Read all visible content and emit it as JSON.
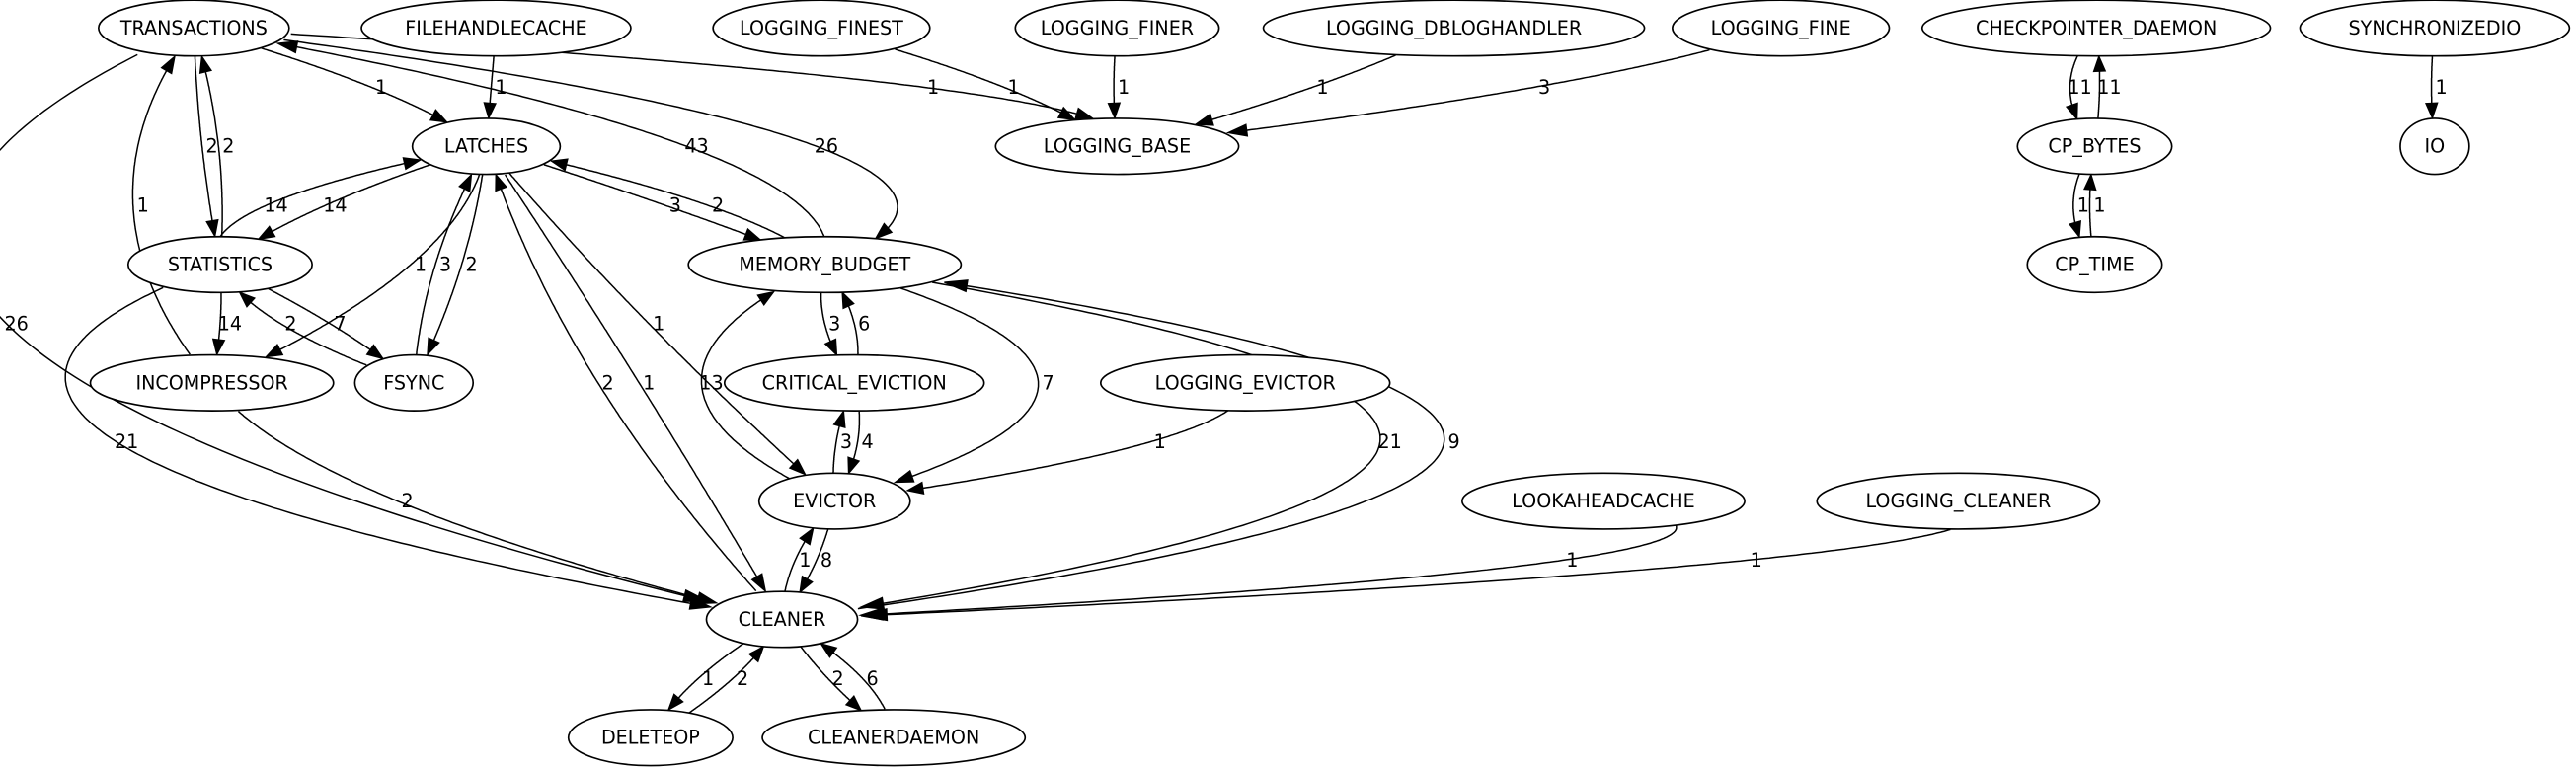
{
  "nodes": [
    {
      "id": "TRANSACTIONS",
      "label": "TRANSACTIONS"
    },
    {
      "id": "FILEHANDLECACHE",
      "label": "FILEHANDLECACHE"
    },
    {
      "id": "LOGGING_FINEST",
      "label": "LOGGING_FINEST"
    },
    {
      "id": "LOGGING_FINER",
      "label": "LOGGING_FINER"
    },
    {
      "id": "LOGGING_DBLOGHANDLER",
      "label": "LOGGING_DBLOGHANDLER"
    },
    {
      "id": "LOGGING_FINE",
      "label": "LOGGING_FINE"
    },
    {
      "id": "CHECKPOINTER_DAEMON",
      "label": "CHECKPOINTER_DAEMON"
    },
    {
      "id": "SYNCHRONIZEDIO",
      "label": "SYNCHRONIZEDIO"
    },
    {
      "id": "LATCHES",
      "label": "LATCHES"
    },
    {
      "id": "LOGGING_BASE",
      "label": "LOGGING_BASE"
    },
    {
      "id": "CP_BYTES",
      "label": "CP_BYTES"
    },
    {
      "id": "IO",
      "label": "IO"
    },
    {
      "id": "STATISTICS",
      "label": "STATISTICS"
    },
    {
      "id": "MEMORY_BUDGET",
      "label": "MEMORY_BUDGET"
    },
    {
      "id": "CP_TIME",
      "label": "CP_TIME"
    },
    {
      "id": "INCOMPRESSOR",
      "label": "INCOMPRESSOR"
    },
    {
      "id": "FSYNC",
      "label": "FSYNC"
    },
    {
      "id": "CRITICAL_EVICTION",
      "label": "CRITICAL_EVICTION"
    },
    {
      "id": "LOGGING_EVICTOR",
      "label": "LOGGING_EVICTOR"
    },
    {
      "id": "EVICTOR",
      "label": "EVICTOR"
    },
    {
      "id": "LOOKAHEADCACHE",
      "label": "LOOKAHEADCACHE"
    },
    {
      "id": "LOGGING_CLEANER",
      "label": "LOGGING_CLEANER"
    },
    {
      "id": "CLEANER",
      "label": "CLEANER"
    },
    {
      "id": "DELETEOP",
      "label": "DELETEOP"
    },
    {
      "id": "CLEANERDAEMON",
      "label": "CLEANERDAEMON"
    }
  ],
  "edges": [
    {
      "from": "TRANSACTIONS",
      "to": "LATCHES",
      "label": "1"
    },
    {
      "from": "FILEHANDLECACHE",
      "to": "LATCHES",
      "label": "1"
    },
    {
      "from": "TRANSACTIONS",
      "to": "LOGGING_BASE",
      "label": "1"
    },
    {
      "from": "LOGGING_FINEST",
      "to": "LOGGING_BASE",
      "label": "1"
    },
    {
      "from": "LOGGING_FINER",
      "to": "LOGGING_BASE",
      "label": "1"
    },
    {
      "from": "LOGGING_DBLOGHANDLER",
      "to": "LOGGING_BASE",
      "label": "1"
    },
    {
      "from": "LOGGING_FINE",
      "to": "LOGGING_BASE",
      "label": "3"
    },
    {
      "from": "TRANSACTIONS",
      "to": "MEMORY_BUDGET",
      "label": "26"
    },
    {
      "from": "MEMORY_BUDGET",
      "to": "TRANSACTIONS",
      "label": "43"
    },
    {
      "from": "TRANSACTIONS",
      "to": "STATISTICS",
      "label": "2"
    },
    {
      "from": "STATISTICS",
      "to": "TRANSACTIONS",
      "label": "2"
    },
    {
      "from": "INCOMPRESSOR",
      "to": "TRANSACTIONS",
      "label": "1"
    },
    {
      "from": "TRANSACTIONS",
      "to": "CLEANER",
      "label": "26"
    },
    {
      "from": "STATISTICS",
      "to": "LATCHES",
      "label": "14"
    },
    {
      "from": "LATCHES",
      "to": "STATISTICS",
      "label": "14"
    },
    {
      "from": "LATCHES",
      "to": "INCOMPRESSOR",
      "label": "1"
    },
    {
      "from": "FSYNC",
      "to": "LATCHES",
      "label": "3"
    },
    {
      "from": "LATCHES",
      "to": "FSYNC",
      "label": "2"
    },
    {
      "from": "LATCHES",
      "to": "MEMORY_BUDGET",
      "label": "3"
    },
    {
      "from": "MEMORY_BUDGET",
      "to": "LATCHES",
      "label": "2"
    },
    {
      "from": "LATCHES",
      "to": "EVICTOR",
      "label": "1"
    },
    {
      "from": "CLEANER",
      "to": "LATCHES",
      "label": "2"
    },
    {
      "from": "LATCHES",
      "to": "CLEANER",
      "label": "1"
    },
    {
      "from": "STATISTICS",
      "to": "INCOMPRESSOR",
      "label": "14"
    },
    {
      "from": "STATISTICS",
      "to": "FSYNC",
      "label": "7"
    },
    {
      "from": "FSYNC",
      "to": "STATISTICS",
      "label": "2"
    },
    {
      "from": "STATISTICS",
      "to": "CLEANER",
      "label": "21"
    },
    {
      "from": "INCOMPRESSOR",
      "to": "CLEANER",
      "label": "2"
    },
    {
      "from": "MEMORY_BUDGET",
      "to": "CRITICAL_EVICTION",
      "label": "3"
    },
    {
      "from": "CRITICAL_EVICTION",
      "to": "MEMORY_BUDGET",
      "label": "6"
    },
    {
      "from": "EVICTOR",
      "to": "MEMORY_BUDGET",
      "label": "13"
    },
    {
      "from": "MEMORY_BUDGET",
      "to": "EVICTOR",
      "label": "7"
    },
    {
      "from": "MEMORY_BUDGET",
      "to": "CLEANER",
      "label": "21"
    },
    {
      "from": "CLEANER",
      "to": "MEMORY_BUDGET",
      "label": "9"
    },
    {
      "from": "EVICTOR",
      "to": "CRITICAL_EVICTION",
      "label": "3"
    },
    {
      "from": "CRITICAL_EVICTION",
      "to": "EVICTOR",
      "label": "4"
    },
    {
      "from": "LOGGING_EVICTOR",
      "to": "EVICTOR",
      "label": "1"
    },
    {
      "from": "CLEANER",
      "to": "EVICTOR",
      "label": "1"
    },
    {
      "from": "EVICTOR",
      "to": "CLEANER",
      "label": "8"
    },
    {
      "from": "LOOKAHEADCACHE",
      "to": "CLEANER",
      "label": "1"
    },
    {
      "from": "LOGGING_CLEANER",
      "to": "CLEANER",
      "label": "1"
    },
    {
      "from": "CLEANER",
      "to": "DELETEOP",
      "label": "1"
    },
    {
      "from": "DELETEOP",
      "to": "CLEANER",
      "label": "2"
    },
    {
      "from": "CLEANER",
      "to": "CLEANERDAEMON",
      "label": "2"
    },
    {
      "from": "CLEANERDAEMON",
      "to": "CLEANER",
      "label": "6"
    },
    {
      "from": "CHECKPOINTER_DAEMON",
      "to": "CP_BYTES",
      "label": "11"
    },
    {
      "from": "CP_BYTES",
      "to": "CHECKPOINTER_DAEMON",
      "label": "11"
    },
    {
      "from": "CP_BYTES",
      "to": "CP_TIME",
      "label": "1"
    },
    {
      "from": "CP_TIME",
      "to": "CP_BYTES",
      "label": "1"
    },
    {
      "from": "SYNCHRONIZEDIO",
      "to": "IO",
      "label": "1"
    }
  ]
}
